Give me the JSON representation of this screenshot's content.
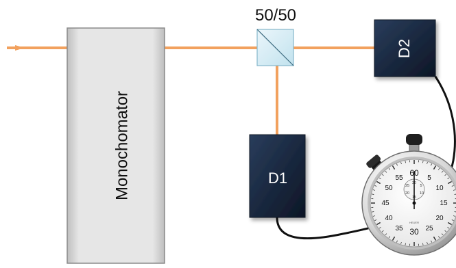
{
  "diagram": {
    "monochromator_label": "Monochomator",
    "splitter_label": "50/50",
    "detector1_label": "D1",
    "detector2_label": "D2",
    "stopwatch": {
      "outer_ticks": [
        "60",
        "5",
        "10",
        "15",
        "20",
        "25",
        "30",
        "35",
        "40",
        "45",
        "50",
        "55"
      ],
      "inner_ticks": [
        "30",
        "5",
        "10",
        "15",
        "20",
        "25"
      ],
      "brand": "HEUER"
    },
    "colors": {
      "beam": "#F2A15E",
      "detector": "#1B2A41",
      "monochromator": "#D9D9D9",
      "cable": "#111111"
    },
    "icons": [
      "stopwatch-icon"
    ]
  }
}
